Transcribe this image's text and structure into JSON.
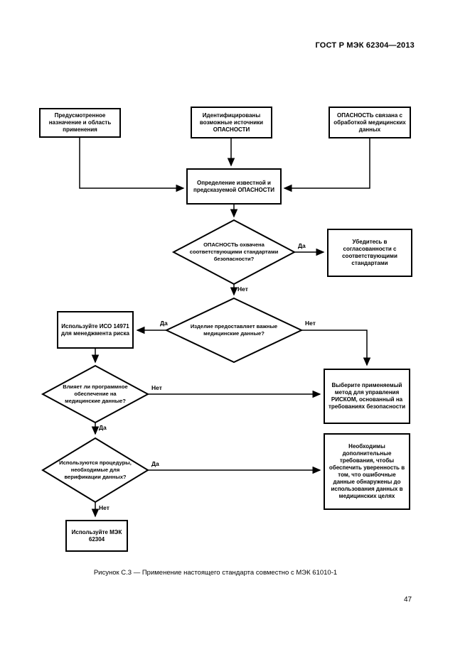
{
  "page": {
    "header": "ГОСТ Р МЭК 62304—2013",
    "caption": "Рисунок С.3 — Применение настоящего стандарта совместно с МЭК 61010-1",
    "page_number": "47"
  },
  "flowchart": {
    "nodes": {
      "intended_purpose": "Предусмотренное назначение и область применения",
      "identified_sources": "Идентифицированы возможные источники ОПАСНОСТИ",
      "hazard_related_data": "ОПАСНОСТЬ связана с обработкой медицинских данных",
      "determine_hazard": "Определение известной и предсказуемой ОПАСНОСТИ",
      "ensure_conformance": "Убедитесь в согласованности с соответствующими стандартами",
      "use_iso_14971": "Используйте ИСО 14971 для менеджмента риска",
      "select_method": "Выберите применяемый метод для управления РИСКОМ, основанный на требованиях безопасности",
      "additional_requirements": "Необходимы дополнительные требования, чтобы обеспечить уверенность в том, что ошибочные данные обнаружены до использования данных в медицинских целях",
      "use_iec_62304": "Используйте МЭК 62304"
    },
    "decisions": {
      "hazard_covered": "ОПАСНОСТЬ охвачена соответствующими стандартами безопасности?",
      "provides_medical_data": "Изделие предоставляет важные медицинские данные?",
      "software_affects_data": "Влияет ли программное обеспечение на медицинские данные?",
      "verification_procedures": "Используются процедуры, необходимые для верификации данных?"
    },
    "labels": {
      "yes": "Да",
      "no": "Нет"
    }
  }
}
